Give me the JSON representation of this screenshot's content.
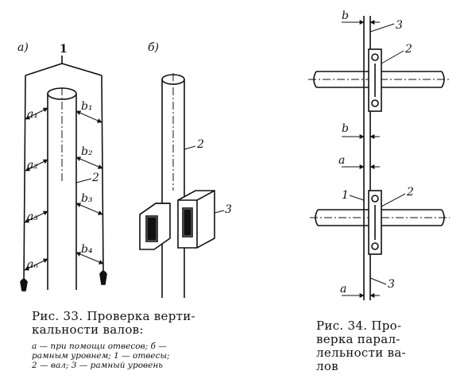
{
  "figure33": {
    "panel_a": "a)",
    "panel_b": "б)",
    "label_1": "1",
    "label_2_a": "2",
    "label_2_b": "2",
    "label_3": "3",
    "left_dims": [
      "a₁",
      "a₂",
      "a₃",
      "aₙ"
    ],
    "right_dims": [
      "b₁",
      "b₂",
      "b₃",
      "b₄"
    ],
    "caption_title_line1": "Рис. 33. Проверка верти-",
    "caption_title_line2": "кальности валов:",
    "caption_text_line1": "а — при помощи отвесов; б —",
    "caption_text_line2": "рамным уровнем; 1 — отвесы;",
    "caption_text_line3": "2 — вал; 3 — рамный уровень"
  },
  "figure34": {
    "label_b_top": "b",
    "label_3_top": "3",
    "label_2_top": "2",
    "label_b_mid": "b",
    "label_a_mid": "a",
    "label_1": "1",
    "label_2_bottom": "2",
    "label_a_bottom": "a",
    "label_3_bottom": "3",
    "caption_line1": "Рис. 34. Про-",
    "caption_line2": "верка парал-",
    "caption_line3": "лельности ва-",
    "caption_line4": "лов"
  }
}
